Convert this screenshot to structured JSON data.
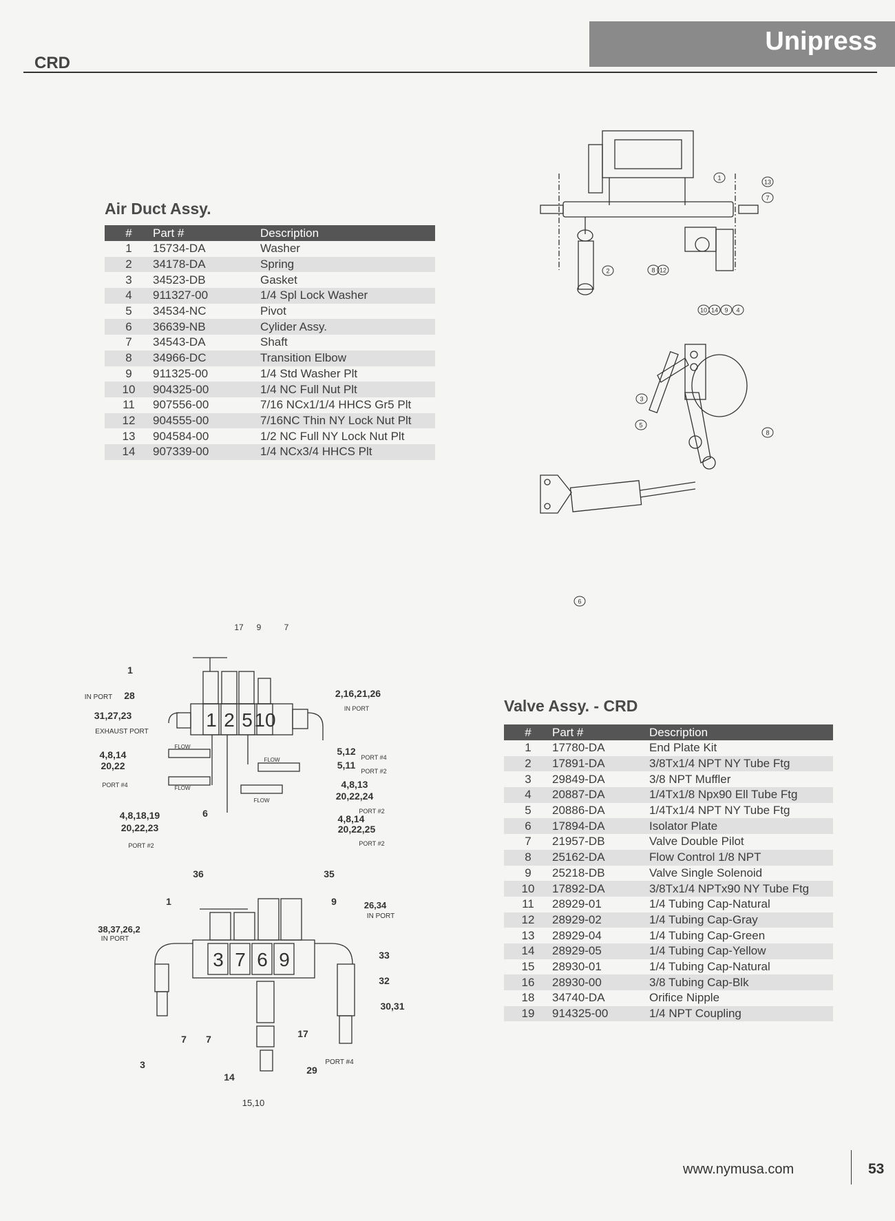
{
  "header": {
    "brand": "Unipress",
    "section": "CRD"
  },
  "air_duct": {
    "title": "Air Duct Assy.",
    "columns": [
      "#",
      "Part #",
      "Description"
    ],
    "rows": [
      [
        "1",
        "15734-DA",
        "Washer"
      ],
      [
        "2",
        "34178-DA",
        "Spring"
      ],
      [
        "3",
        "34523-DB",
        "Gasket"
      ],
      [
        "4",
        "911327-00",
        "1/4 Spl Lock Washer"
      ],
      [
        "5",
        "34534-NC",
        "Pivot"
      ],
      [
        "6",
        "36639-NB",
        "Cylider Assy."
      ],
      [
        "7",
        "34543-DA",
        "Shaft"
      ],
      [
        "8",
        "34966-DC",
        "Transition Elbow"
      ],
      [
        "9",
        "911325-00",
        "1/4 Std Washer Plt"
      ],
      [
        "10",
        "904325-00",
        "1/4 NC Full Nut Plt"
      ],
      [
        "11",
        "907556-00",
        "7/16 NCx1/1/4 HHCS Gr5 Plt"
      ],
      [
        "12",
        "904555-00",
        "7/16NC Thin NY Lock Nut Plt"
      ],
      [
        "13",
        "904584-00",
        "1/2 NC Full NY Lock Nut Plt"
      ],
      [
        "14",
        "907339-00",
        "1/4 NCx3/4 HHCS Plt"
      ]
    ]
  },
  "valve": {
    "title": "Valve Assy. - CRD",
    "columns": [
      "#",
      "Part #",
      "Description"
    ],
    "rows": [
      [
        "1",
        "17780-DA",
        "End Plate Kit"
      ],
      [
        "2",
        "17891-DA",
        "3/8Tx1/4 NPT NY Tube Ftg"
      ],
      [
        "3",
        "29849-DA",
        "3/8 NPT Muffler"
      ],
      [
        "4",
        "20887-DA",
        "1/4Tx1/8 Npx90 Ell Tube Ftg"
      ],
      [
        "5",
        "20886-DA",
        "1/4Tx1/4 NPT NY Tube Ftg"
      ],
      [
        "6",
        "17894-DA",
        "Isolator Plate"
      ],
      [
        "7",
        "21957-DB",
        "Valve Double Pilot"
      ],
      [
        "8",
        "25162-DA",
        "Flow Control 1/8 NPT"
      ],
      [
        "9",
        "25218-DB",
        "Valve Single Solenoid"
      ],
      [
        "10",
        "17892-DA",
        "3/8Tx1/4 NPTx90 NY Tube Ftg"
      ],
      [
        "11",
        "28929-01",
        "1/4 Tubing Cap-Natural"
      ],
      [
        "12",
        "28929-02",
        "1/4 Tubing Cap-Gray"
      ],
      [
        "13",
        "28929-04",
        "1/4 Tubing Cap-Green"
      ],
      [
        "14",
        "28929-05",
        "1/4 Tubing Cap-Yellow"
      ],
      [
        "15",
        "28930-01",
        "1/4 Tubing Cap-Natural"
      ],
      [
        "16",
        "28930-00",
        "3/8 Tubing Cap-Blk"
      ],
      [
        "18",
        "34740-DA",
        "Orifice Nipple"
      ],
      [
        "19",
        "914325-00",
        "1/4 NPT Coupling"
      ]
    ]
  },
  "diagram_air_duct": {
    "callouts": [
      "1",
      "13",
      "7",
      "2",
      "8",
      "12",
      "10",
      "14",
      "9",
      "4",
      "3",
      "5",
      "8",
      "6"
    ]
  },
  "diagram_valve_top": {
    "block_numbers": [
      "1",
      "2",
      "5",
      "10"
    ],
    "labels": [
      "17",
      "9",
      "7",
      "1",
      "IN PORT",
      "28",
      "31,27,23",
      "EXHAUST PORT",
      "4,8,14",
      "20,22",
      "PORT #4",
      "4,8,18,19",
      "20,22,23",
      "PORT #2",
      "6",
      "2,16,21,26",
      "IN PORT",
      "5,12",
      "PORT #4",
      "5,11",
      "PORT #2",
      "4,8,13",
      "20,22,24",
      "PORT #2",
      "4,8,14",
      "20,22,25",
      "PORT #2",
      "FLOW",
      "FLOW",
      "FLOW",
      "FLOW"
    ]
  },
  "diagram_valve_bottom": {
    "block_numbers": [
      "3",
      "7",
      "6",
      "9"
    ],
    "labels": [
      "36",
      "35",
      "1",
      "9",
      "38,37,26,2",
      "IN PORT",
      "26,34",
      "IN PORT",
      "33",
      "32",
      "30,31",
      "7",
      "7",
      "17",
      "3",
      "14",
      "29",
      "PORT #4",
      "15,10"
    ]
  },
  "footer": {
    "url": "www.nymusa.com",
    "page": "53"
  }
}
